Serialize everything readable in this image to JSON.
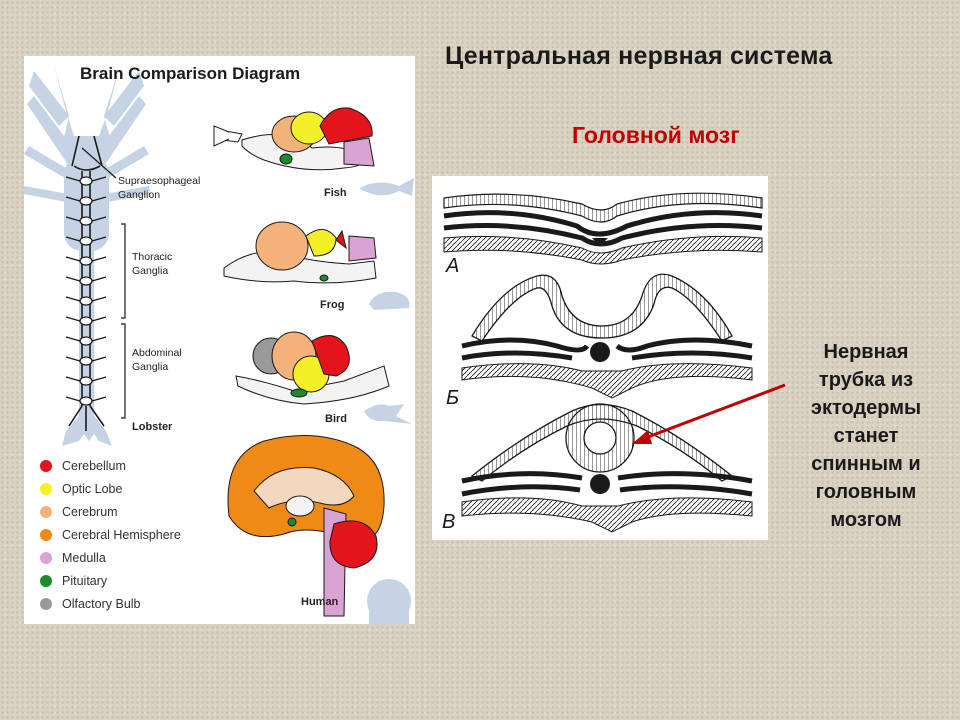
{
  "slide": {
    "title": "Центральная нервная система",
    "subtitle": "Головной мозг",
    "caption_lines": [
      "Нервная",
      "трубка из",
      "эктодермы",
      "станет",
      "спинным и",
      "головным",
      "мозгом"
    ]
  },
  "left_diagram": {
    "title": "Brain Comparison Diagram",
    "lobster_labels": {
      "supraesophageal_1": "Supraesophageal",
      "supraesophageal_2": "Ganglion",
      "thoracic_1": "Thoracic",
      "thoracic_2": "Ganglia",
      "abdominal_1": "Abdominal",
      "abdominal_2": "Ganglia",
      "lobster": "Lobster"
    },
    "animals": {
      "fish": "Fish",
      "frog": "Frog",
      "bird": "Bird",
      "human": "Human"
    },
    "legend": [
      {
        "label": "Cerebellum",
        "color": "#e3141b"
      },
      {
        "label": "Optic Lobe",
        "color": "#f2f026"
      },
      {
        "label": "Cerebrum",
        "color": "#f2b27a"
      },
      {
        "label": "Cerebral Hemisphere",
        "color": "#f08a17"
      },
      {
        "label": "Medulla",
        "color": "#d9a3d3"
      },
      {
        "label": "Pituitary",
        "color": "#1e8a2e"
      },
      {
        "label": "Olfactory Bulb",
        "color": "#9a9a9a"
      }
    ]
  },
  "right_diagram": {
    "stage_labels": {
      "a": "А",
      "b": "Б",
      "v": "В"
    }
  },
  "colors": {
    "title": "#1a1a1a",
    "subtitle": "#c00000",
    "arrow": "#c00000",
    "silhouette": "#c5d3e4"
  }
}
